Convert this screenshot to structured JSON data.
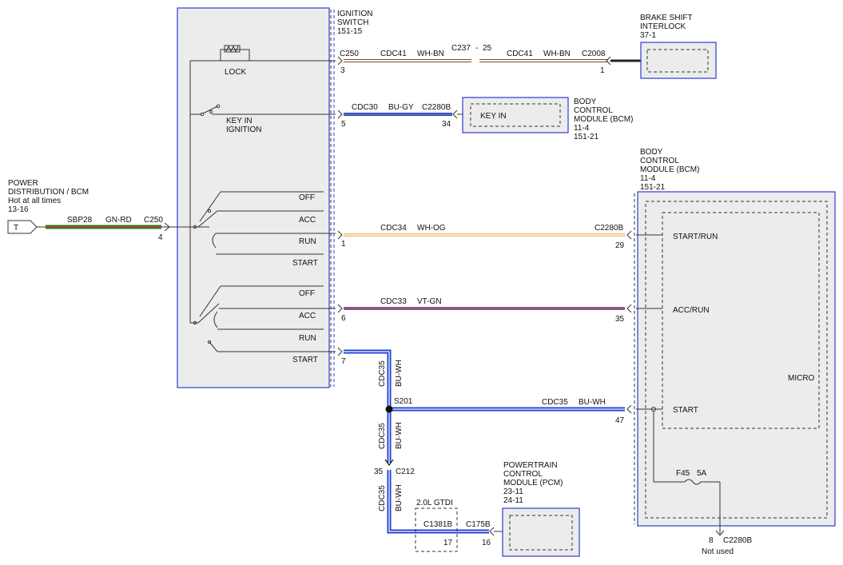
{
  "colors": {
    "frame_blue": "#2f3ccf",
    "module_fill": "#ececec",
    "wire_bu": "#1f3fd6",
    "wire_gn": "#2f7a2a",
    "wire_rd": "#c83a2a",
    "wire_og": "#e8a33a",
    "wire_vt": "#b04fb5",
    "wire_gy": "#7a7a7a",
    "wire_bn": "#7a4a2a",
    "wire_wh": "#ffffff"
  },
  "ignition_switch": {
    "title_line1": "IGNITION",
    "title_line2": "SWITCH",
    "ref": "151-15",
    "lock_label": "LOCK",
    "key_in_line1": "KEY IN",
    "key_in_line2": "IGNITION",
    "pos_group1": [
      "OFF",
      "ACC",
      "RUN",
      "START"
    ],
    "pos_group2": [
      "OFF",
      "ACC",
      "RUN",
      "START"
    ]
  },
  "power_source": {
    "line1": "POWER",
    "line2": "DISTRIBUTION / BCM",
    "line3": "Hot at all times",
    "ref": "13-16",
    "terminal": "T",
    "circuit": "SBP28",
    "color": "GN-RD",
    "connector": "C250",
    "pin": "4"
  },
  "wire_lock": {
    "connector_left": "C250",
    "pin_left": "3",
    "circuit1": "CDC41",
    "color1": "WH-BN",
    "inline_conn": "C237",
    "inline_sep": "-",
    "inline_pin": "25",
    "circuit2": "CDC41",
    "color2": "WH-BN",
    "connector_right": "C2008",
    "pin_right": "1"
  },
  "brake_interlock": {
    "line1": "BRAKE SHIFT",
    "line2": "INTERLOCK",
    "ref": "37-1"
  },
  "wire_keyin": {
    "pin_left": "5",
    "circuit": "CDC30",
    "color": "BU-GY",
    "connector": "C2280B",
    "pin_right": "34"
  },
  "bcm_small": {
    "label": "KEY IN",
    "line1": "BODY",
    "line2": "CONTROL",
    "line3": "MODULE (BCM)",
    "ref1": "11-4",
    "ref2": "151-21"
  },
  "bcm_large": {
    "line1": "BODY",
    "line2": "CONTROL",
    "line3": "MODULE (BCM)",
    "ref1": "11-4",
    "ref2": "151-21",
    "input_startrun": "START/RUN",
    "input_accrun": "ACC/RUN",
    "input_start": "START",
    "micro": "MICRO",
    "fuse": "F45",
    "fuse_rating": "5A",
    "out_pin": "8",
    "out_connector": "C2280B",
    "not_used": "Not used"
  },
  "wire_run": {
    "pin_left": "1",
    "circuit": "CDC34",
    "color": "WH-OG",
    "connector": "C2280B",
    "pin_right": "29"
  },
  "wire_acc": {
    "pin_left": "6",
    "circuit": "CDC33",
    "color": "VT-GN",
    "pin_right": "35"
  },
  "wire_start": {
    "pin_left": "7",
    "circuit_v1": "CDC35",
    "color_v1": "BU-WH",
    "splice": "S201",
    "circuit_h": "CDC35",
    "color_h": "BU-WH",
    "pin_right": "47",
    "circuit_v2": "CDC35",
    "color_v2": "BU-WH",
    "pin_c212": "35",
    "c212": "C212",
    "circuit_v3": "CDC35",
    "color_v3": "BU-WH",
    "option": "2.0L GTDI",
    "c1381b": "C1381B",
    "pin_c1381b": "17",
    "c175b": "C175B",
    "pin_c175b": "16"
  },
  "pcm": {
    "line1": "POWERTRAIN",
    "line2": "CONTROL",
    "line3": "MODULE (PCM)",
    "ref1": "23-11",
    "ref2": "24-11"
  }
}
